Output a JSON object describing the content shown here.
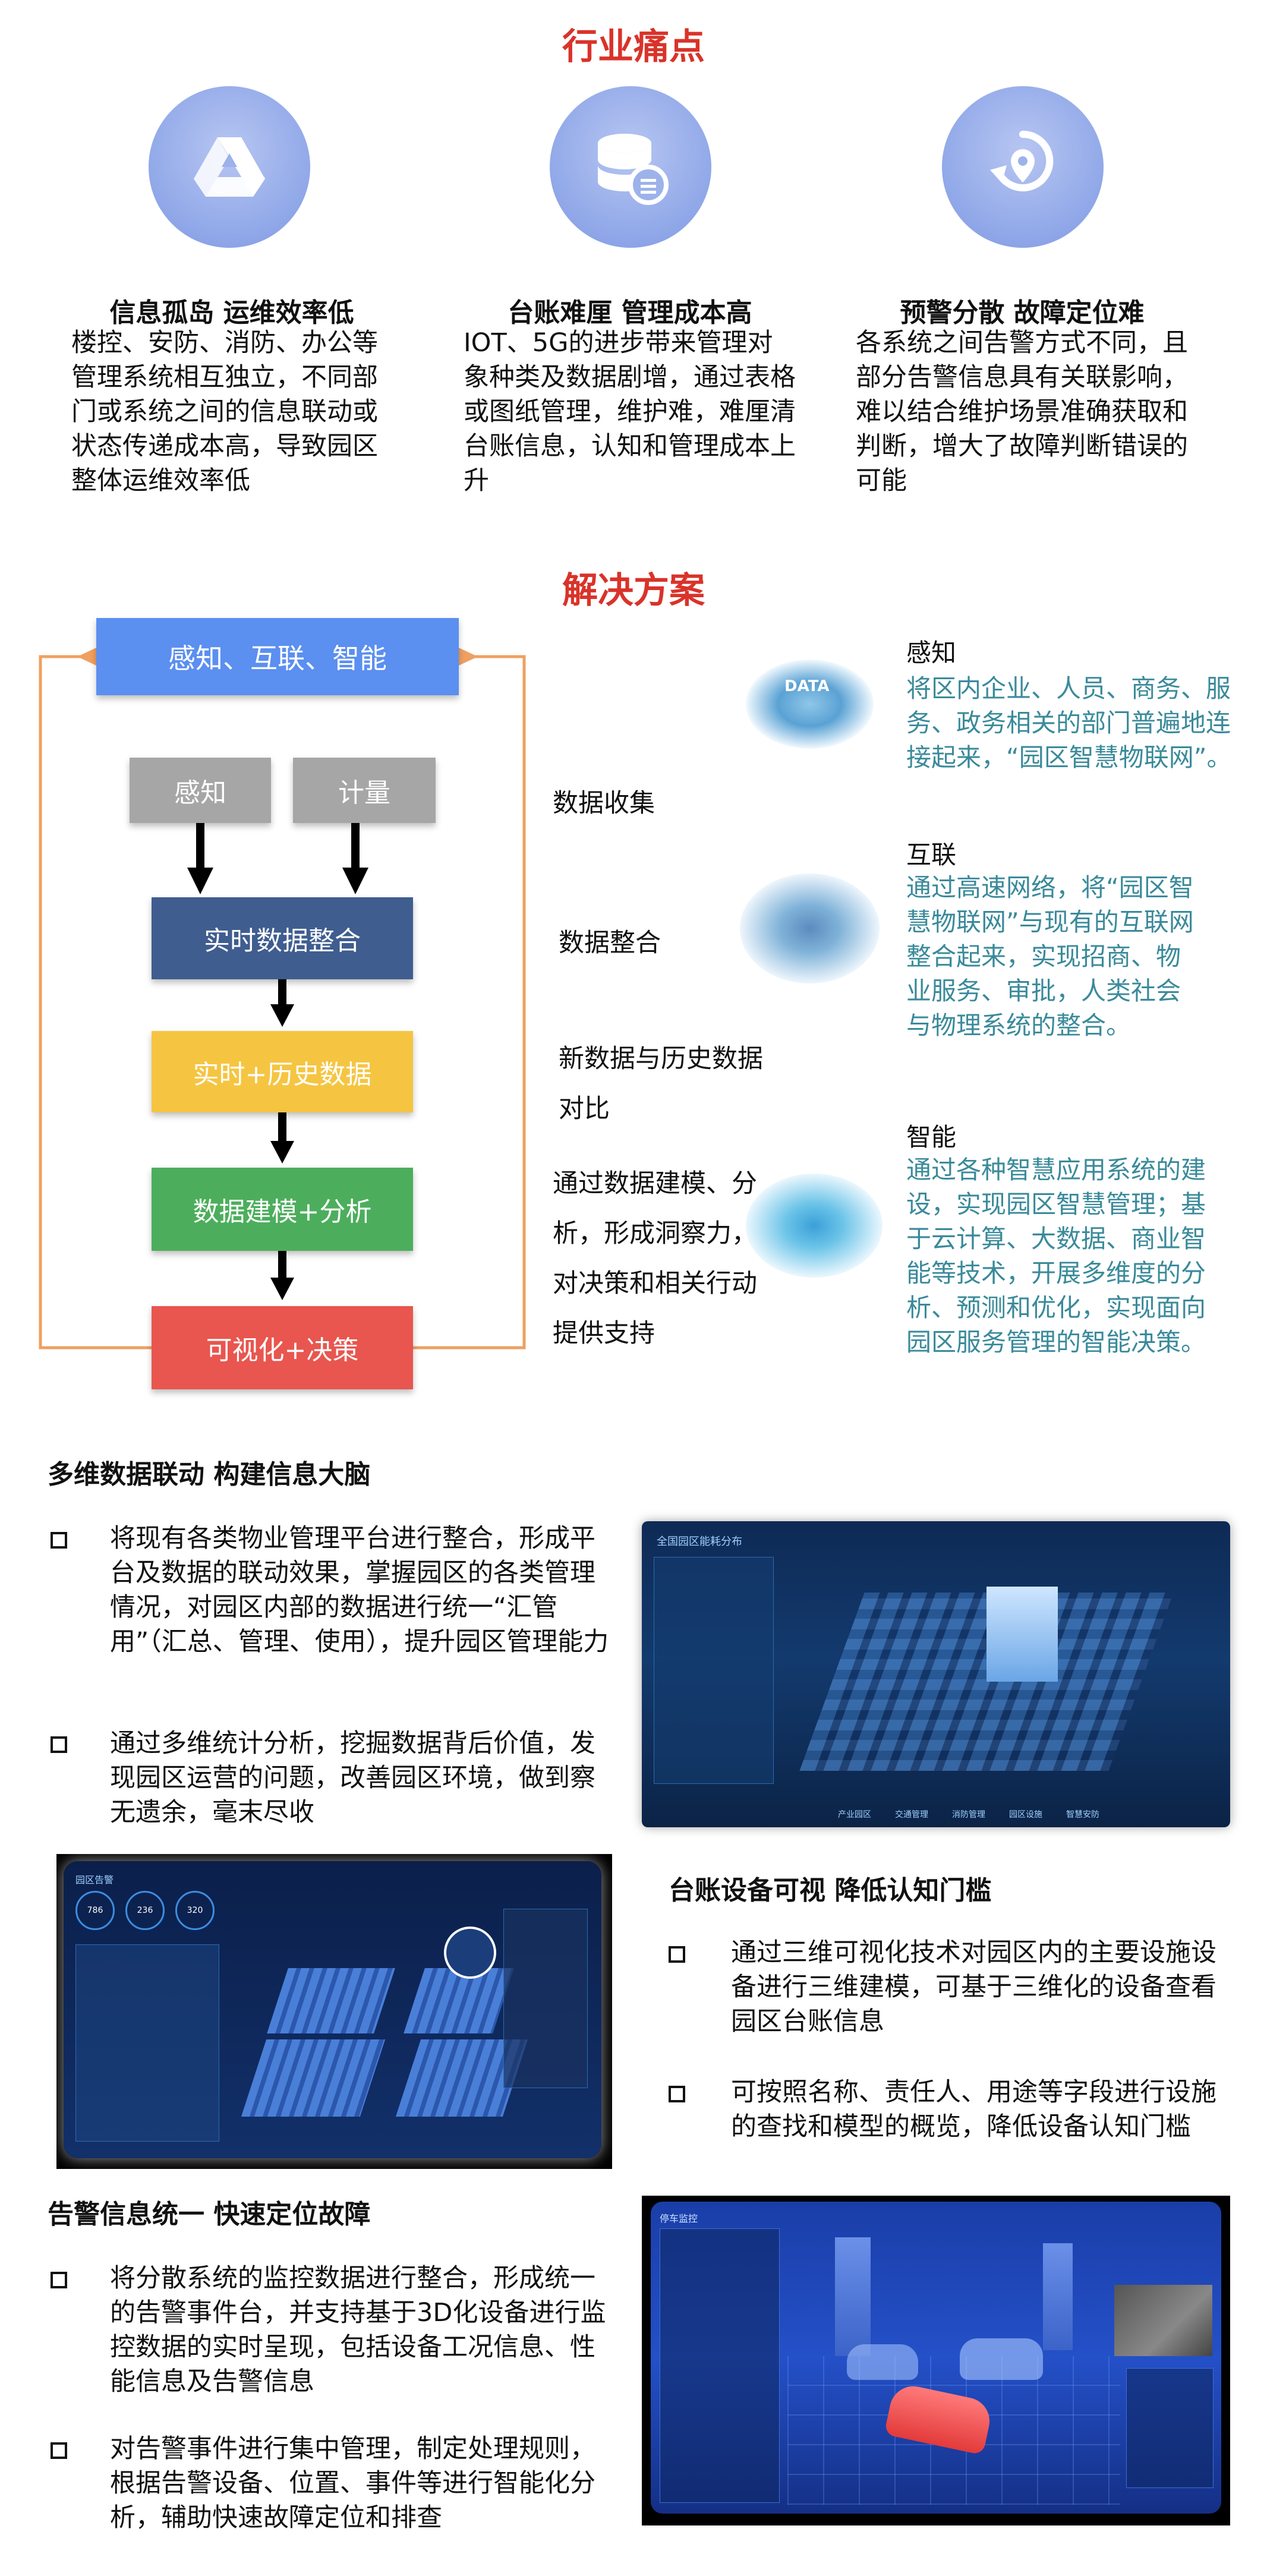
{
  "pain": {
    "title": "行业痛点",
    "items": [
      {
        "icon": "drive-triangle-icon",
        "heading": "信息孤岛  运维效率低",
        "text": "楼控、安防、消防、办公等管理系统相互独立，不同部门或系统之间的信息联动或状态传递成本高，导致园区整体运维效率低"
      },
      {
        "icon": "database-icon",
        "heading": "台账难厘  管理成本高",
        "text": "IOT、5G的进步带来管理对象种类及数据剧增，通过表格或图纸管理，维护难，难厘清台账信息，认知和管理成本上升"
      },
      {
        "icon": "location-pin-icon",
        "heading": "预警分散  故障定位难",
        "text": "各系统之间告警方式不同，且部分告警信息具有关联影响，难以结合维护场景准确获取和判断，增大了故障判断错误的可能"
      }
    ]
  },
  "solution": {
    "title": "解决方案",
    "top_box": "感知、互联、智能",
    "sense_box": "感知",
    "measure_box": "计量",
    "flow": [
      "实时数据整合",
      "实时+历史数据",
      "数据建模+分析",
      "可视化+决策"
    ],
    "colors": {
      "top": "#5b8ff0",
      "gray": "#a6a6a6",
      "navy": "#3f5d8f",
      "yellow": "#f5c542",
      "green": "#4cae5c",
      "red": "#e8564f",
      "loop": "#f0a060"
    },
    "mid": [
      "数据收集",
      "数据整合",
      "新数据与历史数据对比",
      "通过数据建模、分析，形成洞察力，对决策和相关行动提供支持"
    ],
    "right": [
      {
        "heading": "感知",
        "text": "将区内企业、人员、商务、服务、政务相关的部门普遍地连接起来，“园区智慧物联网”。",
        "img_label": "DATA"
      },
      {
        "heading": "互联",
        "text": "通过高速网络，将“园区智慧物联网”与现有的互联网整合起来，实现招商、物业服务、审批，人类社会与物理系统的整合。"
      },
      {
        "heading": "智能",
        "text": "通过各种智慧应用系统的建设，实现园区智慧管理；基于云计算、大数据、商业智能等技术，开展多维度的分析、预测和优化，实现面向园区服务管理的智能决策。"
      }
    ]
  },
  "features": [
    {
      "heading": "多维数据联动  构建信息大脑",
      "bullets": [
        "将现有各类物业管理平台进行整合，形成平台及数据的联动效果，掌握园区的各类管理情况，对园区内部的数据进行统一“汇管用”（汇总、管理、使用），提升园区管理能力",
        "通过多维统计分析，挖掘数据背后价值，发现园区运营的问题，改善园区环境，做到察无遗余，毫末尽收"
      ]
    },
    {
      "heading": "台账设备可视  降低认知门槛",
      "bullets": [
        "通过三维可视化技术对园区内的主要设施设备进行三维建模，可基于三维化的设备查看园区台账信息",
        "可按照名称、责任人、用途等字段进行设施的查找和模型的概览，降低设备认知门槛"
      ]
    },
    {
      "heading": "告警信息统一  快速定位故障",
      "bullets": [
        "将分散系统的监控数据进行整合，形成统一的告警事件台，并支持基于3D化设备进行监控数据的实时呈现，包括设备工况信息、性能信息及告警信息",
        "对告警事件进行集中管理，制定处理规则，根据告警设备、位置、事件等进行智能化分析，辅助快速故障定位和排查"
      ]
    }
  ],
  "screens": {
    "city": {
      "title": "全国园区能耗分布",
      "tabs": [
        "产业园区",
        "交通管理",
        "消防管理",
        "园区设施",
        "智慧安防"
      ]
    },
    "warehouse": {
      "title": "园区告警",
      "stats": [
        "786",
        "236",
        "320"
      ]
    },
    "parking": {
      "title": "停车监控"
    }
  }
}
